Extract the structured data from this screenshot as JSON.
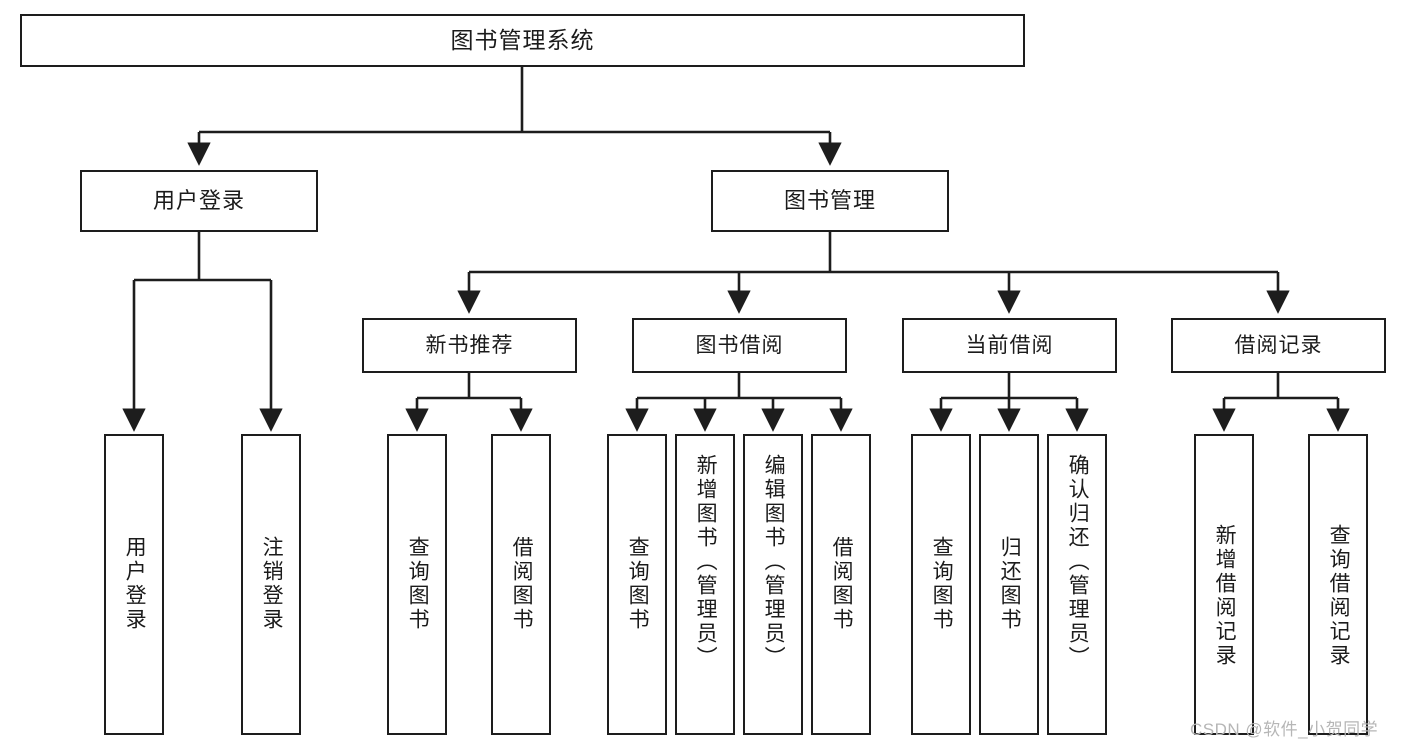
{
  "diagram": {
    "type": "hierarchy-tree",
    "title": "图书管理系统",
    "watermark": "CSDN @软件_小贺同学",
    "colors": {
      "stroke": "#1d1d1d",
      "fill": "#ffffff",
      "text": "#1b1b1b",
      "watermark": "#b6b6b6"
    },
    "levels": {
      "root": {
        "label": "图书管理系统"
      },
      "level2": [
        {
          "id": "user-login",
          "label": "用户登录"
        },
        {
          "id": "book-manage",
          "label": "图书管理"
        }
      ],
      "level3": [
        {
          "id": "new-book-recommend",
          "label": "新书推荐"
        },
        {
          "id": "book-borrow",
          "label": "图书借阅"
        },
        {
          "id": "current-borrow",
          "label": "当前借阅"
        },
        {
          "id": "borrow-record",
          "label": "借阅记录"
        }
      ],
      "leaves": {
        "user_login": [
          {
            "id": "leaf-user-login",
            "label": "用户登录"
          },
          {
            "id": "leaf-logout",
            "label": "注销登录"
          }
        ],
        "new_book_recommend": [
          {
            "id": "leaf-query-book-1",
            "label": "查询图书"
          },
          {
            "id": "leaf-borrow-book-1",
            "label": "借阅图书"
          }
        ],
        "book_borrow": [
          {
            "id": "leaf-query-book-2",
            "label": "查询图书"
          },
          {
            "id": "leaf-add-book",
            "label": "新增图书（管理员）"
          },
          {
            "id": "leaf-edit-book",
            "label": "编辑图书（管理员）"
          },
          {
            "id": "leaf-borrow-book-2",
            "label": "借阅图书"
          }
        ],
        "current_borrow": [
          {
            "id": "leaf-query-book-3",
            "label": "查询图书"
          },
          {
            "id": "leaf-return-book",
            "label": "归还图书"
          },
          {
            "id": "leaf-confirm-return",
            "label": "确认归还（管理员）"
          }
        ],
        "borrow_record": [
          {
            "id": "leaf-add-record",
            "label": "新增借阅记录"
          },
          {
            "id": "leaf-query-record",
            "label": "查询借阅记录"
          }
        ]
      }
    }
  }
}
